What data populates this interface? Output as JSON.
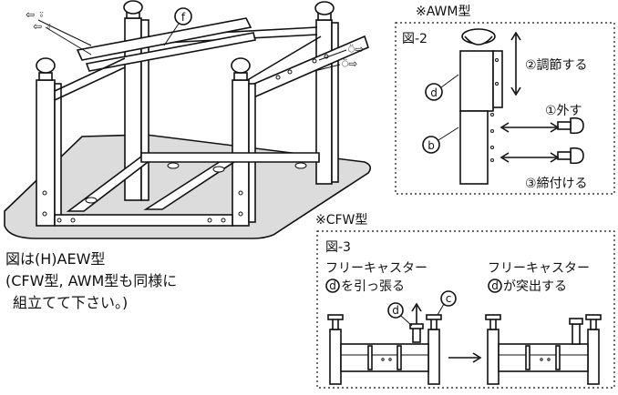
{
  "main_caption": {
    "line1": "図は(H)AEW型",
    "line2": "(CFW型, AWM型も同様に",
    "line3": "組立てて下さい。)"
  },
  "labels": {
    "part_f": "f",
    "part_d": "d",
    "part_b": "b",
    "part_c": "c"
  },
  "awm_panel": {
    "heading": "※AWM型",
    "fig": "図-2",
    "step_adjust": "②調節する",
    "step_remove": "①外す",
    "step_tighten": "③締付ける"
  },
  "cfw_panel": {
    "heading": "※CFW型",
    "fig": "図-3",
    "left_line1": "フリーキャスター",
    "left_line2": "を引っ張る",
    "right_line1": "フリーキャスター",
    "right_line2": "が突出する"
  }
}
